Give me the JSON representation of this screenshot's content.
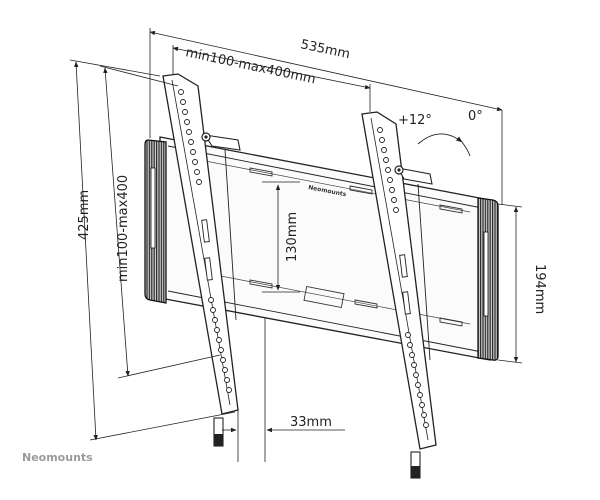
{
  "brand_plate": "Neomounts",
  "footer_brand": "Neomounts",
  "dimensions": {
    "overall_width": "535mm",
    "arm_spacing": "min100-max400mm",
    "overall_height": "425mm",
    "vertical_range": "min100-max400",
    "plate_offset": "130mm",
    "plate_height": "194mm",
    "wall_depth": "33mm"
  },
  "tilt": {
    "forward": "+12°",
    "zero": "0°"
  },
  "colors": {
    "line": "#222222",
    "pad": "#1a1a1a",
    "brand_gray": "#9a9a9a"
  }
}
